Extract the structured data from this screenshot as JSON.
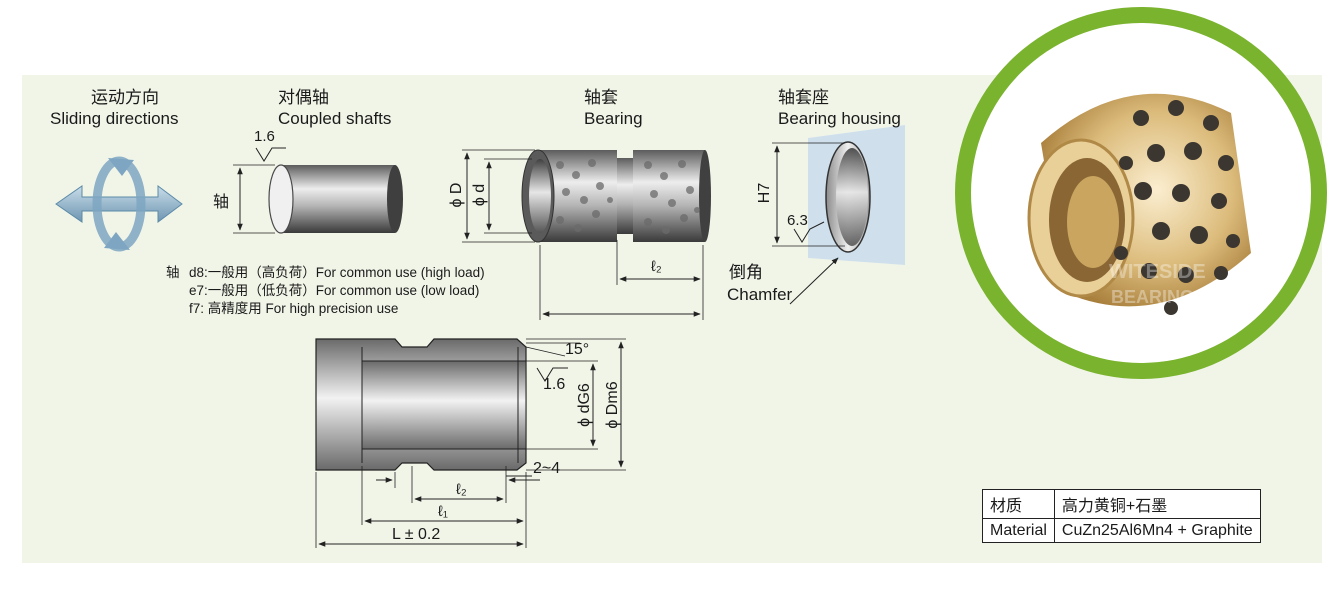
{
  "sections": {
    "sliding": {
      "zh": "运动方向",
      "en": "Sliding directions"
    },
    "shafts": {
      "zh": "对偶轴",
      "en": "Coupled shafts",
      "roughness": "1.6",
      "shaft_label": "轴"
    },
    "bearing": {
      "zh": "轴套",
      "en": "Bearing",
      "dim_D": "ϕ D",
      "dim_d": "ϕ d",
      "dim_l2": "ℓ₂"
    },
    "housing": {
      "zh": "轴套座",
      "en": "Bearing housing",
      "tolerance": "H7",
      "roughness": "6.3",
      "chamfer_zh": "倒角",
      "chamfer_en": "Chamfer"
    }
  },
  "tolerances": {
    "axis_label": "轴",
    "lines": [
      "d8:一般用（高负荷）For common use (high load)",
      "e7:一般用（低负荷）For common use (low load)",
      "f7: 高精度用 For high precision use"
    ]
  },
  "drawing": {
    "angle": "15°",
    "roughness": "1.6",
    "dG6": "ϕ dG6",
    "Dm6": "ϕ Dm6",
    "chamfer_range": "2~4",
    "l2": "ℓ₂",
    "l1": "ℓ₁",
    "L": "L ± 0.2"
  },
  "material_table": {
    "rows": [
      {
        "label": "材质",
        "value": "高力黄铜+石墨"
      },
      {
        "label": "Material",
        "value": "CuZn25Al6Mn4 + Graphite"
      }
    ]
  },
  "photo": {
    "watermark_line1": "WITESIDE",
    "watermark_line2": "BEARING"
  },
  "colors": {
    "panel": "#f1f5e8",
    "ring": "#7ab32e",
    "bronze": "#d9b777",
    "graphite": "#3b3630",
    "arrow": "#8fb3cc"
  }
}
